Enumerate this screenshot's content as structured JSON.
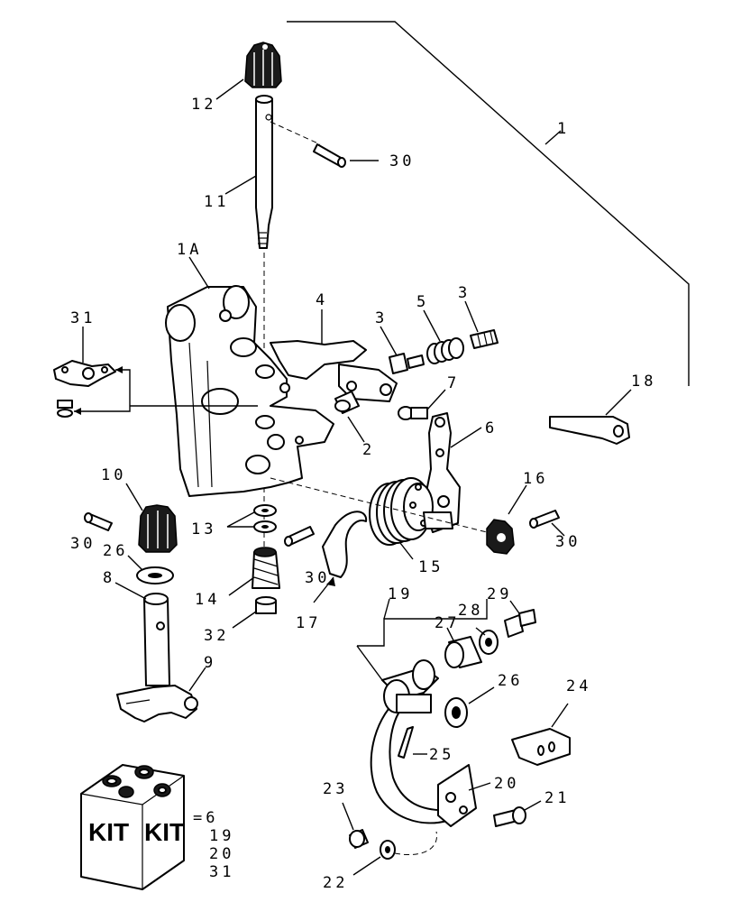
{
  "callouts": {
    "c1": "1",
    "c1a": "1A",
    "c3a": "3",
    "c3b": "3",
    "c4": "4",
    "c5": "5",
    "c6": "6",
    "c7": "7",
    "c8": "8",
    "c9": "9",
    "c10": "10",
    "c11": "11",
    "c12": "12",
    "c13": "13",
    "c14": "14",
    "c15": "15",
    "c16": "16",
    "c17": "17",
    "c18": "18",
    "c19": "19",
    "c2": "2",
    "c20": "20",
    "c21": "21",
    "c22": "22",
    "c23": "23",
    "c24": "24",
    "c25": "25",
    "c26a": "26",
    "c26b": "26",
    "c27": "27",
    "c28": "28",
    "c29": "29",
    "c30a": "30",
    "c30b": "30",
    "c30c": "30",
    "c30d": "30",
    "c31": "31",
    "c32": "32"
  },
  "kit": {
    "label_left": "KIT",
    "label_right": "KIT",
    "note_line1": "=6",
    "note_line2": "19",
    "note_line3": "20",
    "note_line4": "31"
  }
}
